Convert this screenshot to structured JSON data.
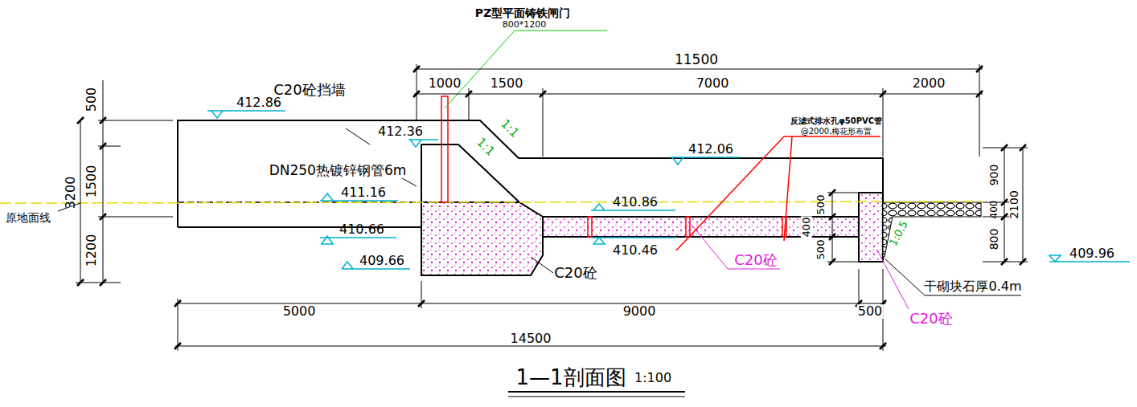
{
  "diagram": {
    "title": "1—1剖面图",
    "labels": [
      "PZ型平面铸铁闸门",
      "800*1200",
      "11500",
      "1000",
      "1500",
      "7000",
      "2000",
      "C20砼挡墙",
      "412.86",
      "412.36",
      "1:1",
      "1:1",
      "412.06",
      "反滤式排水孔φ50PVC管",
      "@2000,梅花形布置",
      "500",
      "1500",
      "3200",
      "1200",
      "DN250热镀锌钢管6m",
      "411.16",
      "原地面线",
      "410.66",
      "409.66",
      "410.86",
      "410.46",
      "C20砼",
      "C20砼",
      "500",
      "400",
      "500",
      "900",
      "400",
      "800",
      "2100",
      "1:0.5",
      "干砌块石厚0.4m",
      "C20砼",
      "409.96",
      "5000",
      "9000",
      "500",
      "14500",
      "1:100"
    ]
  }
}
